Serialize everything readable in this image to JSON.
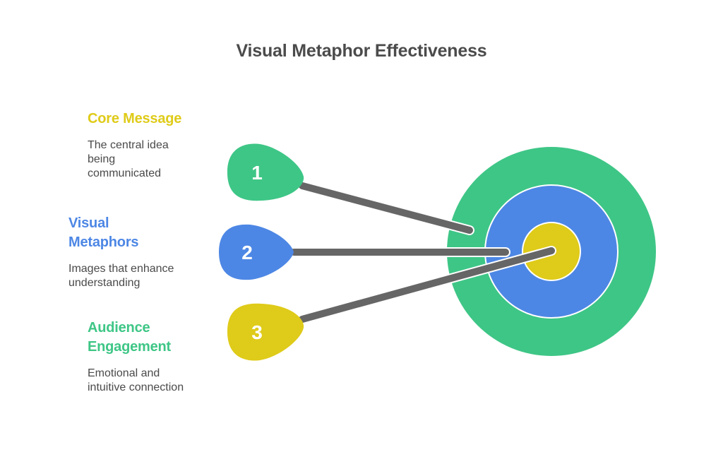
{
  "title": "Visual Metaphor Effectiveness",
  "colors": {
    "green": "#3ec686",
    "blue": "#4d87e5",
    "yellow": "#dfcb19",
    "arrow": "#666666",
    "title_text": "#4b4b4b",
    "body_text": "#4a4a4a"
  },
  "items": [
    {
      "number": "1",
      "title": "Core Message",
      "description": "The central idea being communicated",
      "color": "#dfcb19",
      "marker_color": "#3ec686"
    },
    {
      "number": "2",
      "title": "Visual Metaphors",
      "description": "Images that enhance understanding",
      "color": "#4d87e5",
      "marker_color": "#4d87e5"
    },
    {
      "number": "3",
      "title": "Audience Engagement",
      "description": "Emotional and intuitive connection",
      "color": "#3ec686",
      "marker_color": "#dfcb19"
    }
  ],
  "target": {
    "rings": [
      {
        "name": "outer",
        "color": "#3ec686"
      },
      {
        "name": "middle",
        "color": "#4d87e5"
      },
      {
        "name": "bullseye",
        "color": "#dfcb19"
      }
    ]
  }
}
